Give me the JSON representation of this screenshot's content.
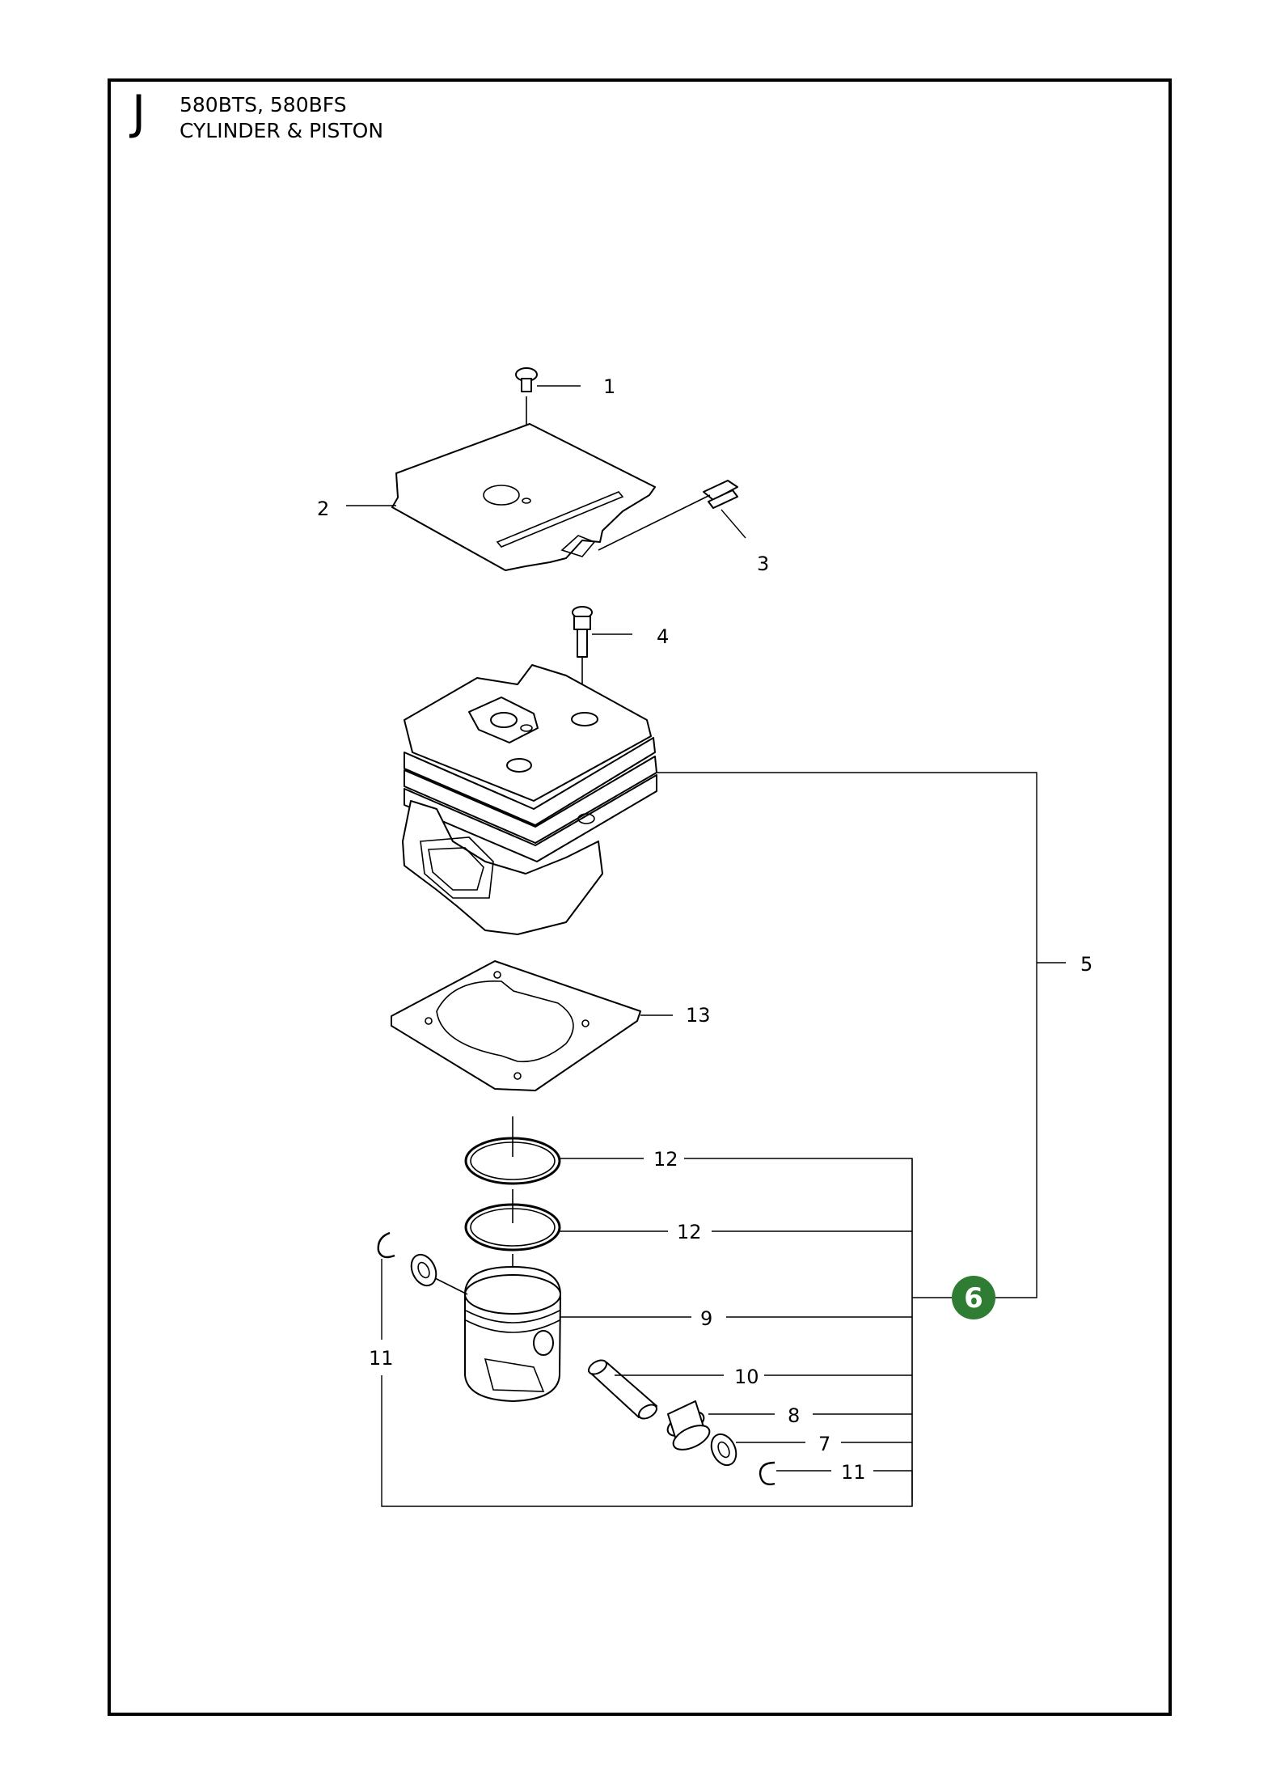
{
  "header": {
    "section_letter": "J",
    "models": "580BTS, 580BFS",
    "title": "CYLINDER & PISTON"
  },
  "callouts": {
    "c1": "1",
    "c2": "2",
    "c3": "3",
    "c4": "4",
    "c5": "5",
    "c6": "6",
    "c7": "7",
    "c8": "8",
    "c9": "9",
    "c10": "10",
    "c11a": "11",
    "c11b": "11",
    "c12a": "12",
    "c12b": "12",
    "c13": "13"
  },
  "colors": {
    "kit_badge": "#2e7d32",
    "line": "#000000",
    "frame": "#000000"
  }
}
